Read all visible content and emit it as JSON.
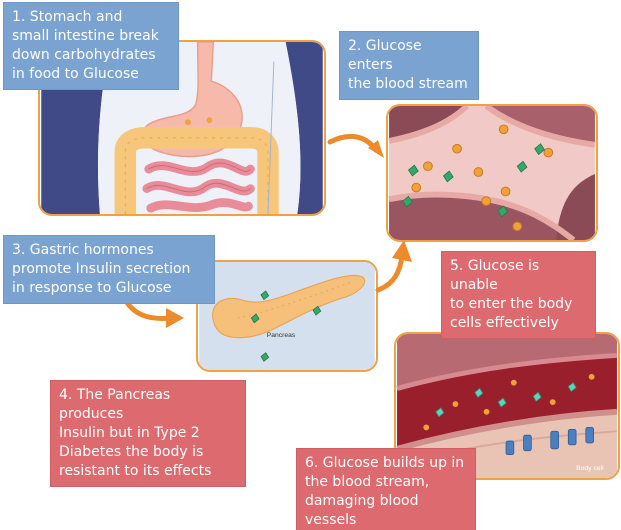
{
  "steps": [
    {
      "number": "1",
      "text": "1. Stomach and\nsmall  intestine break\ndown carbohydrates\nin food to Glucose"
    },
    {
      "number": "2",
      "text": "2. Glucose enters\nthe blood stream"
    },
    {
      "number": "3",
      "text": "3. Gastric hormones\npromote Insulin secretion\nin response to Glucose"
    },
    {
      "number": "4",
      "text": "4. The Pancreas produces\nInsulin but  in Type 2\nDiabetes  the body is\nresistant to its effects"
    },
    {
      "number": "5",
      "text": "5. Glucose is unable\nto enter the body\ncells effectively"
    },
    {
      "number": "6",
      "text": "6. Glucose  builds up in\nthe blood stream,\ndamaging blood vessels"
    }
  ],
  "panel_labels": {
    "pancreas": "Pancreas",
    "body_cell": "Body cell"
  },
  "colors": {
    "panel_border": "#f0a045",
    "arrow": "#ee8a2a",
    "label_blue": "#7aa3d1",
    "label_red": "#dd6a6e"
  }
}
